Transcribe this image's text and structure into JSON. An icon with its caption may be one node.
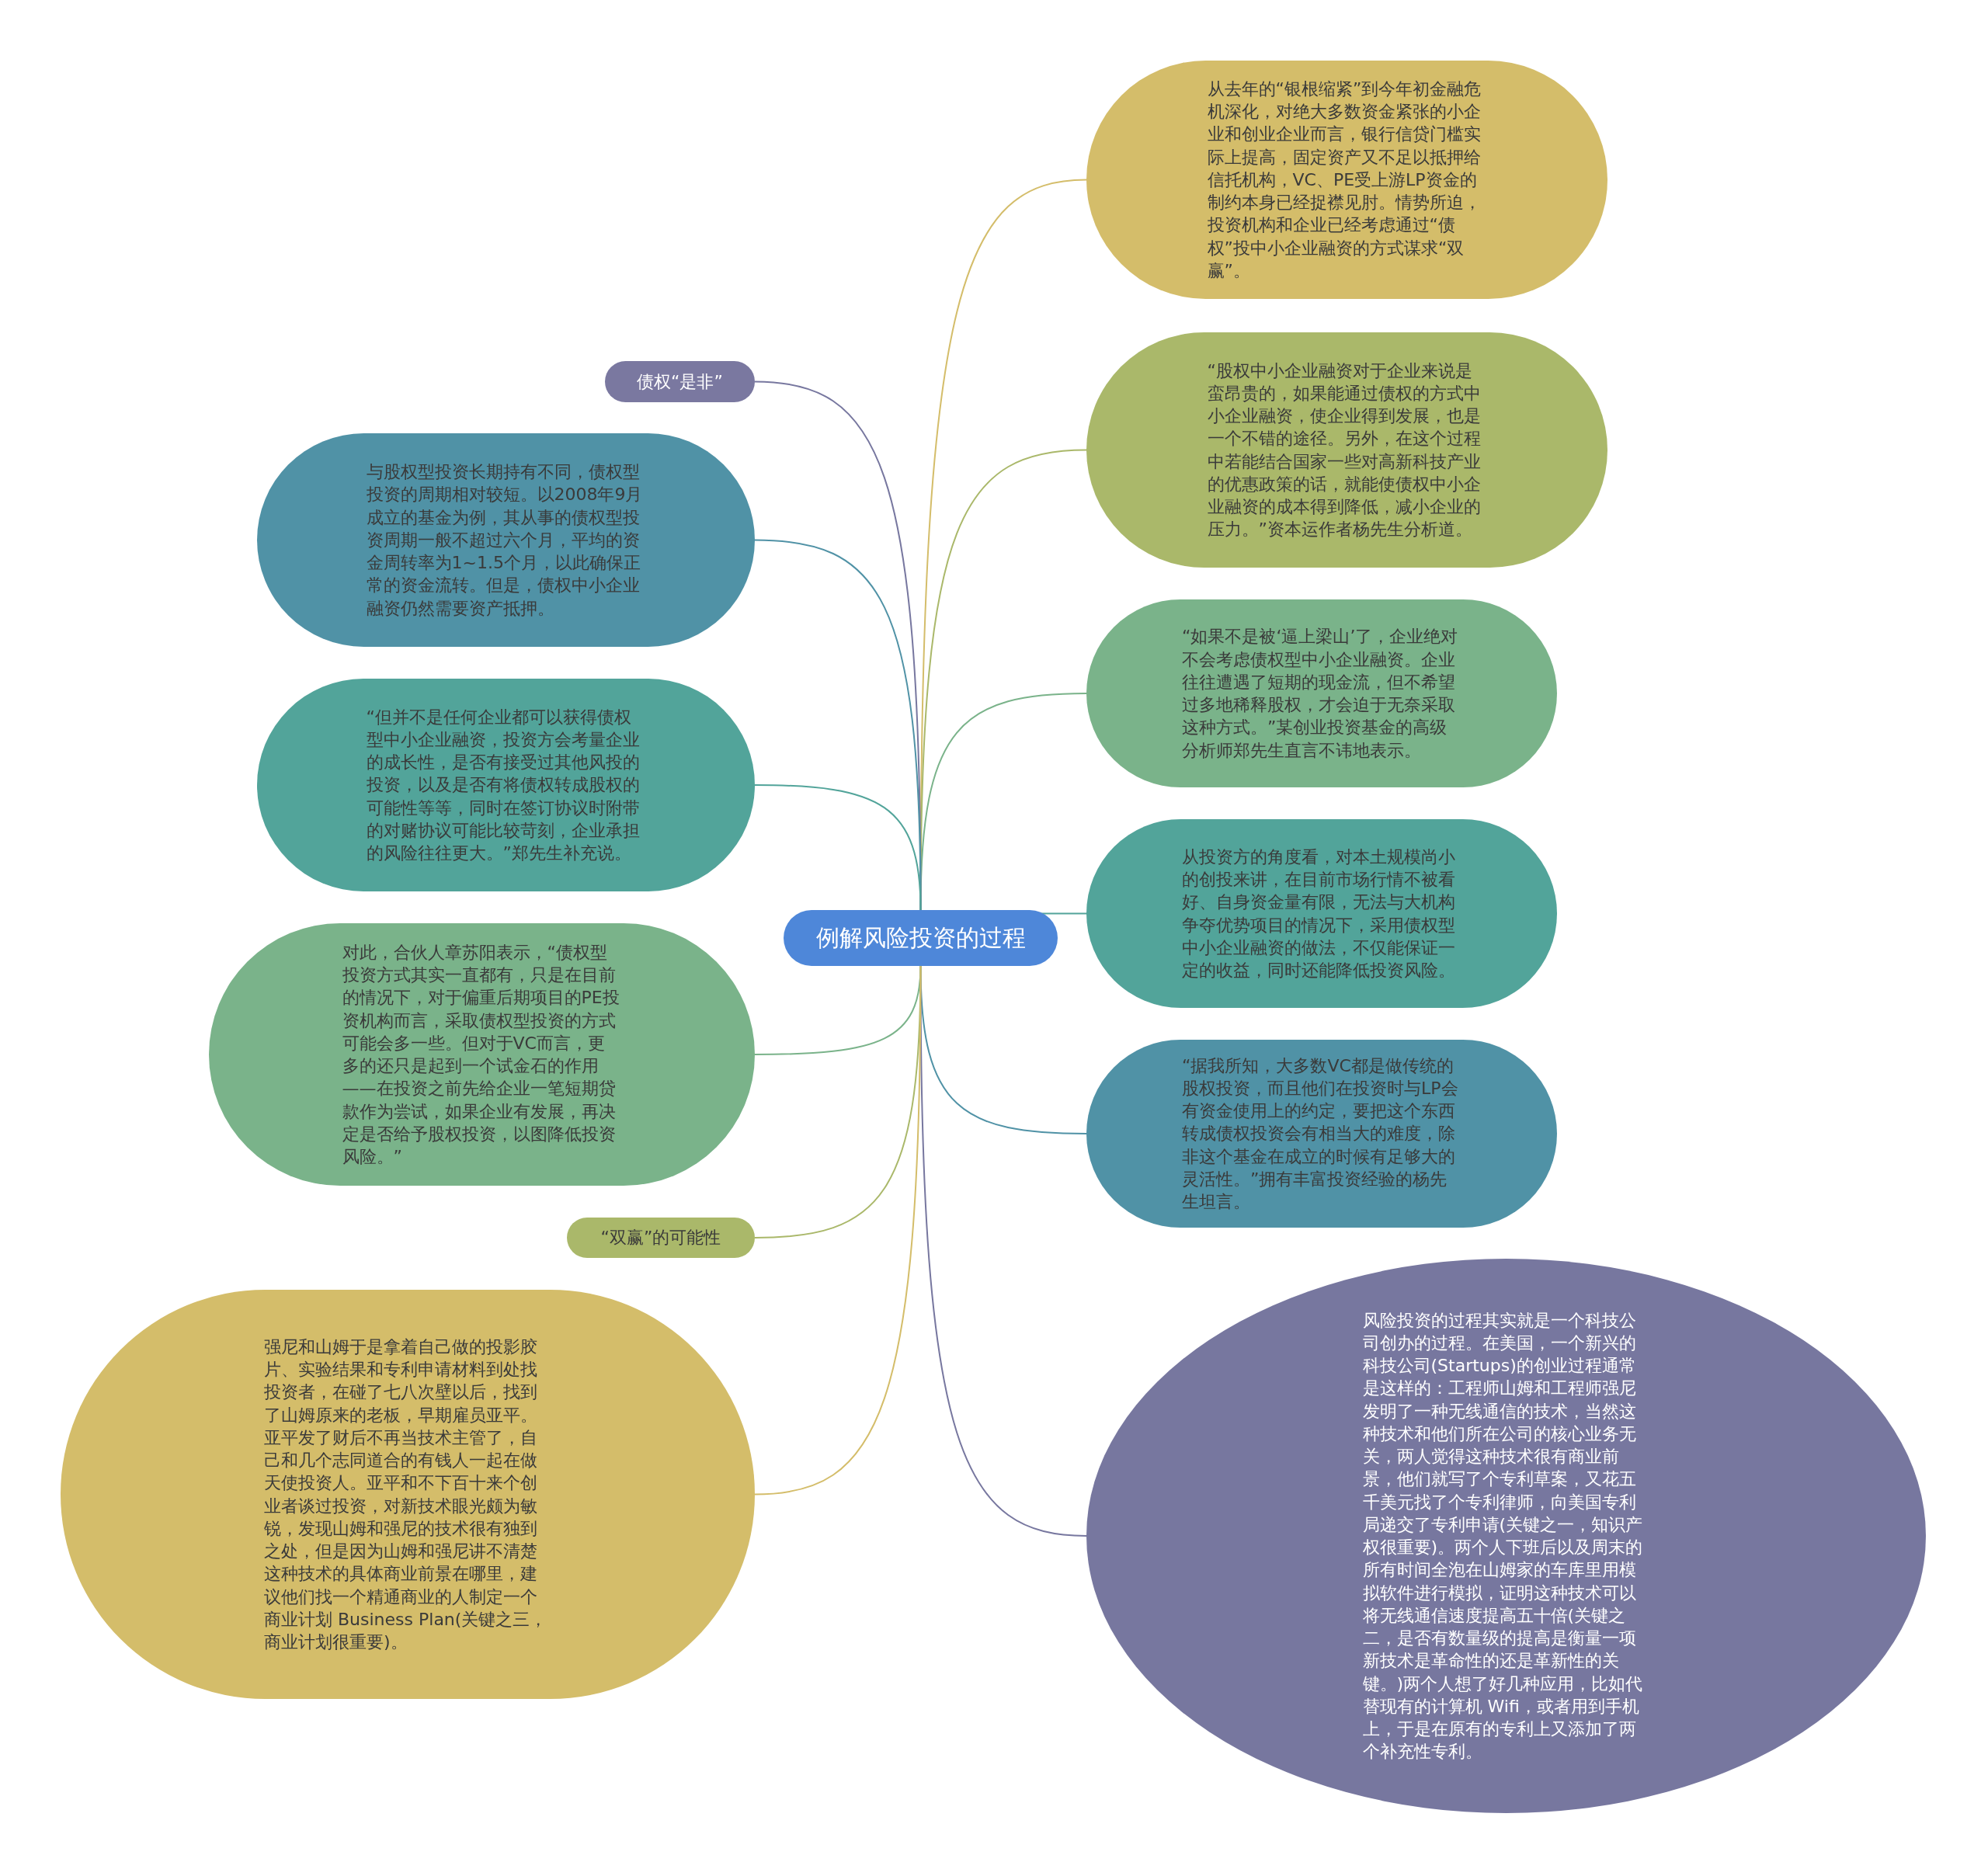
{
  "diagram": {
    "nodes": [
      {
        "text": [
          "例解风险投资的过程"
        ]
      },
      {
        "text": [
          "从去年的“银根缩紧”到今年初金融危机深化，对绝大多数资金紧张的小企业和创业企业而言，银行信贷门槛实际上提高，固定资产又不足以抵押给信托机构，VC、PE受上游LP资金的制约本身已经捉襟见肘。情势所迫，投资机构和企业已经考虑通过“债权”投中小企业融资的方式谋求“双赢”。"
        ]
      },
      {
        "text": [
          "“股权中小企业融资对于企业来说是蛮昂贵的，如果能通过债权的方式中小企业融资，使企业得到发展，也是一个不错的途径。另外，在这个过程中若能结合国家一些对高新科技产业的优惠政策的话，就能使债权中小企业融资的成本得到降低，减小企业的压力。”资本运作者杨先生分析道。"
        ]
      },
      {
        "text": [
          "“如果不是被‘逼上梁山’了，企业绝对不会考虑债权型中小企业融资。企业往往遭遇了短期的现金流，但不希望过多地稀释股权，才会迫于无奈采取这种方式。”某创业投资基金的高级分析师郑先生直言不讳地表示。"
        ]
      },
      {
        "text": [
          "从投资方的角度看，对本土规模尚小的创投来讲，在目前市场行情不被看好、自身资金量有限，无法与大机构争夺优势项目的情况下，采用债权型中小企业融资的做法，不仅能保证一定的收益，同时还能降低投资风险。"
        ]
      },
      {
        "text": [
          "“据我所知，大多数VC都是做传统的股权投资，而且他们在投资时与LP会有资金使用上的约定，要把这个东西转成债权投资会有相当大的难度，除非这个基金在成立的时候有足够大的灵活性。”拥有丰富投资经验的杨先生坦言。"
        ]
      },
      {
        "text": [
          "风险投资的过程其实就是一个科技公司创办的过程。在美国，一个新兴的科技公司(Startups)的创业过程通常是这样的：工程师山姆和工程师强尼发明了一种无线通信的技术，当然这种技术和他们所在公司的核心业务无关，两人觉得这种技术很有商业前景，他们就写了个专利草案，又花五千美元找了个专利律师，向美国专利局递交了专利申请(关键之一，知识产权很重要)。两个人下班后以及周末的所有时间全泡在山姆家的车库里用模拟软件进行模拟，证明这种技术可以将无线通信速度提高五十倍(关键之二，是否有数量级的提高是衡量一项新技术是革命性的还是革新性的关键。)两个人想了好几种应用，比如代替现有的计算机 Wifi，或者用到手机上，于是在原有的专利上又添加了两个补充性专利。"
        ]
      },
      {
        "text": [
          "债权“是非”"
        ]
      },
      {
        "text": [
          "与股权型投资长期持有不同，债权型投资的周期相对较短。以2008年9月成立的基金为例，其从事的债权型投资周期一般不超过六个月，平均的资金周转率为1~1.5个月，以此确保正常的资金流转。但是，债权中小企业融资仍然需要资产抵押。"
        ]
      },
      {
        "text": [
          "“但并不是任何企业都可以获得债权型中小企业融资，投资方会考量企业的成长性，是否有接受过其他风投的投资，以及是否有将债权转成股权的可能性等等，同时在签订协议时附带的对赌协议可能比较苛刻，企业承担的风险往往更大。”郑先生补充说。"
        ]
      },
      {
        "text": [
          "对此，合伙人章苏阳表示，“债权型投资方式其实一直都有，只是在目前的情况下，对于偏重后期项目的PE投资机构而言，采取债权型投资的方式可能会多一些。但对于VC而言，更多的还只是起到一个试金石的作用——在投资之前先给企业一笔短期贷款作为尝试，如果企业有发展，再决定是否给予股权投资，以图降低投资风险。”"
        ]
      },
      {
        "text": [
          "“双赢”的可能性"
        ]
      },
      {
        "text": [
          "强尼和山姆于是拿着自己做的投影胶片、实验结果和专利申请材料到处找投资者，在碰了七八次壁以后，找到了山姆原来的老板，早期雇员亚平。亚平发了财后不再当技术主管了，自己和几个志同道合的有钱人一起在做天使投资人。亚平和不下百十来个创业者谈过投资，对新技术眼光颇为敏锐，发现山姆和强尼的技术很有独到之处，但是因为山姆和强尼讲不清楚这种技术的具体商业前景在哪里，建议他们找一个精通商业的人制定一个商业计划 Business Plan(关键之三，商业计划很重要)。"
        ]
      }
    ],
    "edges": [
      {
        "from": 0,
        "to": 1,
        "arrow": "none",
        "color": "#d4bd6a"
      },
      {
        "from": 0,
        "to": 2,
        "arrow": "none",
        "color": "#aab86a"
      },
      {
        "from": 0,
        "to": 3,
        "arrow": "none",
        "color": "#7ab38a"
      },
      {
        "from": 0,
        "to": 4,
        "arrow": "none",
        "color": "#52a49a"
      },
      {
        "from": 0,
        "to": 5,
        "arrow": "none",
        "color": "#5092a6"
      },
      {
        "from": 0,
        "to": 6,
        "arrow": "none",
        "color": "#77779f"
      },
      {
        "from": 0,
        "to": 7,
        "arrow": "none",
        "color": "#77779f"
      },
      {
        "from": 0,
        "to": 8,
        "arrow": "none",
        "color": "#5092a6"
      },
      {
        "from": 0,
        "to": 9,
        "arrow": "none",
        "color": "#52a49a"
      },
      {
        "from": 0,
        "to": 10,
        "arrow": "none",
        "color": "#7ab38a"
      },
      {
        "from": 0,
        "to": 11,
        "arrow": "none",
        "color": "#aab86a"
      },
      {
        "from": 0,
        "to": 12,
        "arrow": "none",
        "color": "#d4bd6a"
      }
    ]
  }
}
